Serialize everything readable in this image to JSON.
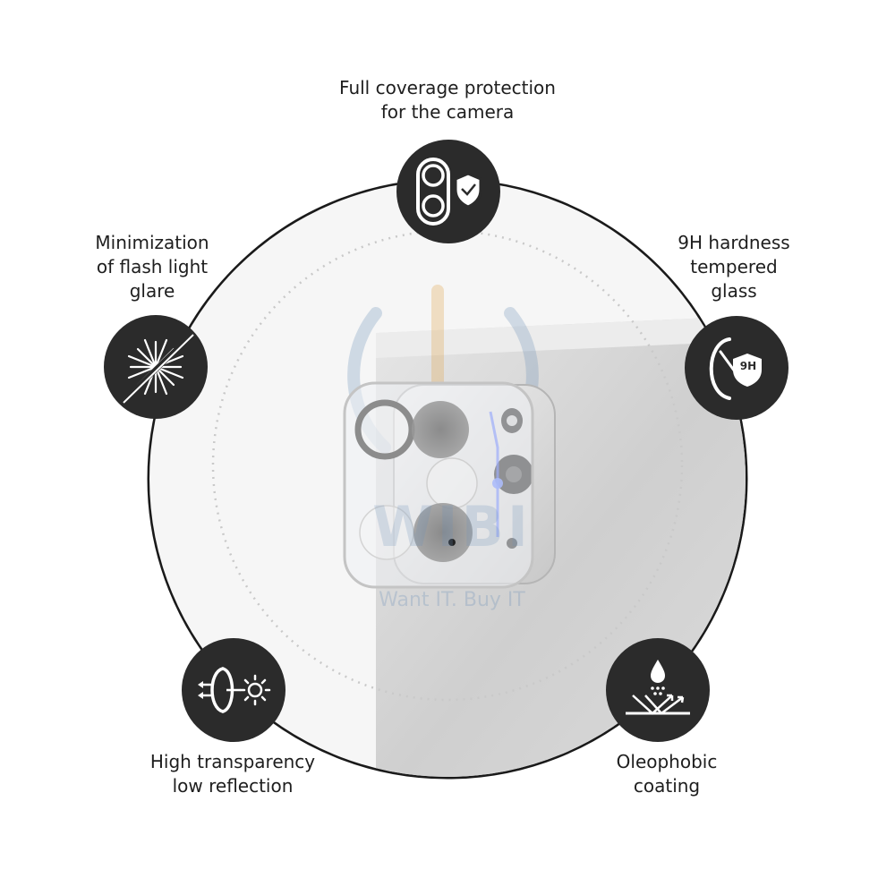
{
  "features": {
    "top": {
      "line1": "Full coverage protection",
      "line2": "for the camera",
      "icon": "camera-shield-icon"
    },
    "left": {
      "line1": "Minimization",
      "line2": "of flash light",
      "line3": "glare",
      "icon": "flash-glare-icon"
    },
    "right": {
      "line1": "9H hardness",
      "line2": "tempered",
      "line3": "glass",
      "icon": "hardness-9h-icon",
      "badge_text": "9H"
    },
    "bottom_left": {
      "line1": "High transparency",
      "line2": "low reflection",
      "icon": "transparency-sun-icon"
    },
    "bottom_right": {
      "line1": "Oleophobic",
      "line2": "coating",
      "icon": "oil-drop-icon"
    }
  },
  "watermark": {
    "logo_text": "WIBI",
    "tagline": "Want IT. Buy IT"
  },
  "colors": {
    "badge": "#2b2b2b",
    "ring": "#1a1a1a",
    "glass_ring": "#8c8c8c",
    "flash_blue": "#3b5bff"
  }
}
